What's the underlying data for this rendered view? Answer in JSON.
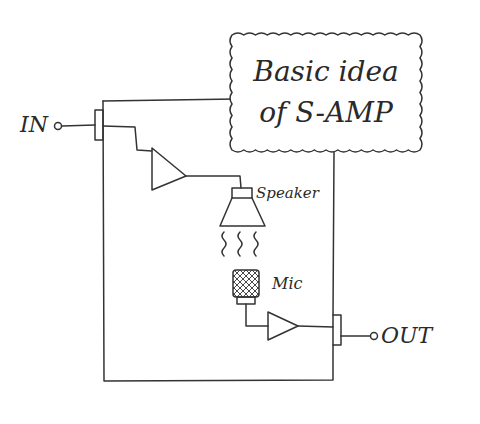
{
  "diagram": {
    "nodes": [
      {
        "text": [
          "Basic idea of S-AMP"
        ]
      }
    ],
    "labels": [
      "IN",
      "Speaker",
      "Mic",
      "OUT"
    ]
  }
}
